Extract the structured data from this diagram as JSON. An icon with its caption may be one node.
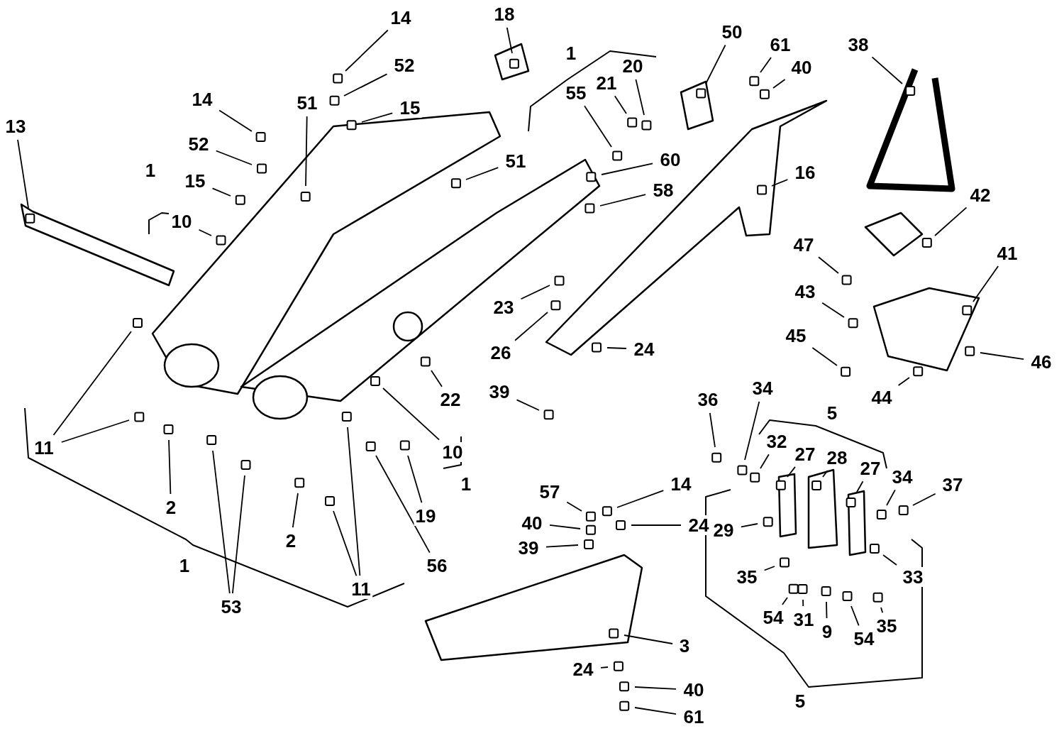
{
  "diagram": {
    "nodes": [
      {
        "text": [
          "18"
        ]
      },
      {
        "text": [
          "14"
        ]
      },
      {
        "text": [
          "61"
        ]
      },
      {
        "text": [
          "50"
        ]
      },
      {
        "text": [
          "38"
        ]
      },
      {
        "text": [
          "52"
        ]
      },
      {
        "text": [
          "40"
        ]
      },
      {
        "text": [
          "20"
        ]
      },
      {
        "text": [
          "21"
        ]
      },
      {
        "text": [
          "55"
        ]
      },
      {
        "text": [
          "14"
        ]
      },
      {
        "text": [
          "15"
        ]
      },
      {
        "text": [
          "51"
        ]
      },
      {
        "text": [
          "52"
        ]
      },
      {
        "text": [
          "60"
        ]
      },
      {
        "text": [
          "51"
        ]
      },
      {
        "text": [
          "16"
        ]
      },
      {
        "text": [
          "15"
        ]
      },
      {
        "text": [
          "58"
        ]
      },
      {
        "text": [
          "42"
        ]
      },
      {
        "text": [
          "13"
        ]
      },
      {
        "text": [
          "10"
        ]
      },
      {
        "text": [
          "47"
        ]
      },
      {
        "text": [
          "41"
        ]
      },
      {
        "text": [
          "43"
        ]
      },
      {
        "text": [
          "23"
        ]
      },
      {
        "text": [
          "45"
        ]
      },
      {
        "text": [
          "24"
        ]
      },
      {
        "text": [
          "26"
        ]
      },
      {
        "text": [
          "46"
        ]
      },
      {
        "text": [
          "39"
        ]
      },
      {
        "text": [
          "44"
        ]
      },
      {
        "text": [
          "22"
        ]
      },
      {
        "text": [
          "36"
        ]
      },
      {
        "text": [
          "34"
        ]
      },
      {
        "text": [
          "11"
        ]
      },
      {
        "text": [
          "32"
        ]
      },
      {
        "text": [
          "10"
        ]
      },
      {
        "text": [
          "27"
        ]
      },
      {
        "text": [
          "28"
        ]
      },
      {
        "text": [
          "27"
        ]
      },
      {
        "text": [
          "34"
        ]
      },
      {
        "text": [
          "37"
        ]
      },
      {
        "text": [
          "57"
        ]
      },
      {
        "text": [
          "14"
        ]
      },
      {
        "text": [
          "2"
        ]
      },
      {
        "text": [
          "19"
        ]
      },
      {
        "text": [
          "40"
        ]
      },
      {
        "text": [
          "24"
        ]
      },
      {
        "text": [
          "29"
        ]
      },
      {
        "text": [
          "39"
        ]
      },
      {
        "text": [
          "2"
        ]
      },
      {
        "text": [
          "56"
        ]
      },
      {
        "text": [
          "35"
        ]
      },
      {
        "text": [
          "33"
        ]
      },
      {
        "text": [
          "11"
        ]
      },
      {
        "text": [
          "53"
        ]
      },
      {
        "text": [
          "54"
        ]
      },
      {
        "text": [
          "31"
        ]
      },
      {
        "text": [
          "9"
        ]
      },
      {
        "text": [
          "35"
        ]
      },
      {
        "text": [
          "54"
        ]
      },
      {
        "text": [
          "3"
        ]
      },
      {
        "text": [
          "24"
        ]
      },
      {
        "text": [
          "40"
        ]
      },
      {
        "text": [
          "61"
        ]
      },
      {
        "text": [
          "1"
        ]
      },
      {
        "text": [
          "1"
        ]
      },
      {
        "text": [
          "5"
        ]
      },
      {
        "text": [
          "1"
        ]
      },
      {
        "text": [
          "1"
        ]
      },
      {
        "text": [
          "5"
        ]
      }
    ],
    "edges": [
      {
        "from": 0,
        "to": null,
        "arrow": "none"
      },
      {
        "from": 1,
        "to": null,
        "arrow": "none"
      },
      {
        "from": 2,
        "to": null,
        "arrow": "none"
      },
      {
        "from": 3,
        "to": null,
        "arrow": "none"
      },
      {
        "from": 4,
        "to": null,
        "arrow": "none"
      },
      {
        "from": 5,
        "to": null,
        "arrow": "none"
      },
      {
        "from": 6,
        "to": null,
        "arrow": "none"
      },
      {
        "from": 7,
        "to": null,
        "arrow": "none"
      },
      {
        "from": 8,
        "to": null,
        "arrow": "none"
      },
      {
        "from": 9,
        "to": null,
        "arrow": "none"
      },
      {
        "from": 10,
        "to": null,
        "arrow": "none"
      },
      {
        "from": 11,
        "to": null,
        "arrow": "none"
      },
      {
        "from": 12,
        "to": null,
        "arrow": "none"
      },
      {
        "from": 13,
        "to": null,
        "arrow": "none"
      },
      {
        "from": 14,
        "to": null,
        "arrow": "none"
      },
      {
        "from": 15,
        "to": null,
        "arrow": "none"
      },
      {
        "from": 16,
        "to": null,
        "arrow": "none"
      },
      {
        "from": 17,
        "to": null,
        "arrow": "none"
      },
      {
        "from": 18,
        "to": null,
        "arrow": "none"
      },
      {
        "from": 19,
        "to": null,
        "arrow": "none"
      },
      {
        "from": 20,
        "to": null,
        "arrow": "none"
      },
      {
        "from": 21,
        "to": null,
        "arrow": "none"
      },
      {
        "from": 22,
        "to": null,
        "arrow": "none"
      },
      {
        "from": 23,
        "to": null,
        "arrow": "none"
      },
      {
        "from": 24,
        "to": null,
        "arrow": "none"
      },
      {
        "from": 25,
        "to": null,
        "arrow": "none"
      },
      {
        "from": 26,
        "to": null,
        "arrow": "none"
      },
      {
        "from": 27,
        "to": null,
        "arrow": "none"
      },
      {
        "from": 28,
        "to": null,
        "arrow": "none"
      },
      {
        "from": 29,
        "to": null,
        "arrow": "none"
      },
      {
        "from": 30,
        "to": null,
        "arrow": "none"
      },
      {
        "from": 31,
        "to": null,
        "arrow": "none"
      },
      {
        "from": 32,
        "to": null,
        "arrow": "none"
      },
      {
        "from": 33,
        "to": null,
        "arrow": "none"
      },
      {
        "from": 34,
        "to": null,
        "arrow": "none"
      },
      {
        "from": 35,
        "to": null,
        "arrow": "none"
      },
      {
        "from": 35,
        "to": null,
        "arrow": "none"
      },
      {
        "from": 36,
        "to": null,
        "arrow": "none"
      },
      {
        "from": 37,
        "to": null,
        "arrow": "none"
      },
      {
        "from": 38,
        "to": null,
        "arrow": "none"
      },
      {
        "from": 39,
        "to": null,
        "arrow": "none"
      },
      {
        "from": 40,
        "to": null,
        "arrow": "none"
      },
      {
        "from": 41,
        "to": null,
        "arrow": "none"
      },
      {
        "from": 42,
        "to": null,
        "arrow": "none"
      },
      {
        "from": 43,
        "to": null,
        "arrow": "none"
      },
      {
        "from": 44,
        "to": null,
        "arrow": "none"
      },
      {
        "from": 45,
        "to": null,
        "arrow": "none"
      },
      {
        "from": 46,
        "to": null,
        "arrow": "none"
      },
      {
        "from": 47,
        "to": null,
        "arrow": "none"
      },
      {
        "from": 48,
        "to": null,
        "arrow": "none"
      },
      {
        "from": 49,
        "to": null,
        "arrow": "none"
      },
      {
        "from": 50,
        "to": null,
        "arrow": "none"
      },
      {
        "from": 51,
        "to": null,
        "arrow": "none"
      },
      {
        "from": 52,
        "to": null,
        "arrow": "none"
      },
      {
        "from": 53,
        "to": null,
        "arrow": "none"
      },
      {
        "from": 54,
        "to": null,
        "arrow": "none"
      },
      {
        "from": 55,
        "to": null,
        "arrow": "none"
      },
      {
        "from": 55,
        "to": null,
        "arrow": "none"
      },
      {
        "from": 56,
        "to": null,
        "arrow": "none"
      },
      {
        "from": 56,
        "to": null,
        "arrow": "none"
      },
      {
        "from": 57,
        "to": null,
        "arrow": "none"
      },
      {
        "from": 58,
        "to": null,
        "arrow": "none"
      },
      {
        "from": 59,
        "to": null,
        "arrow": "none"
      },
      {
        "from": 60,
        "to": null,
        "arrow": "none"
      },
      {
        "from": 61,
        "to": null,
        "arrow": "none"
      },
      {
        "from": 62,
        "to": null,
        "arrow": "none"
      },
      {
        "from": 63,
        "to": null,
        "arrow": "none"
      },
      {
        "from": 64,
        "to": null,
        "arrow": "none"
      },
      {
        "from": 65,
        "to": null,
        "arrow": "none"
      }
    ]
  }
}
